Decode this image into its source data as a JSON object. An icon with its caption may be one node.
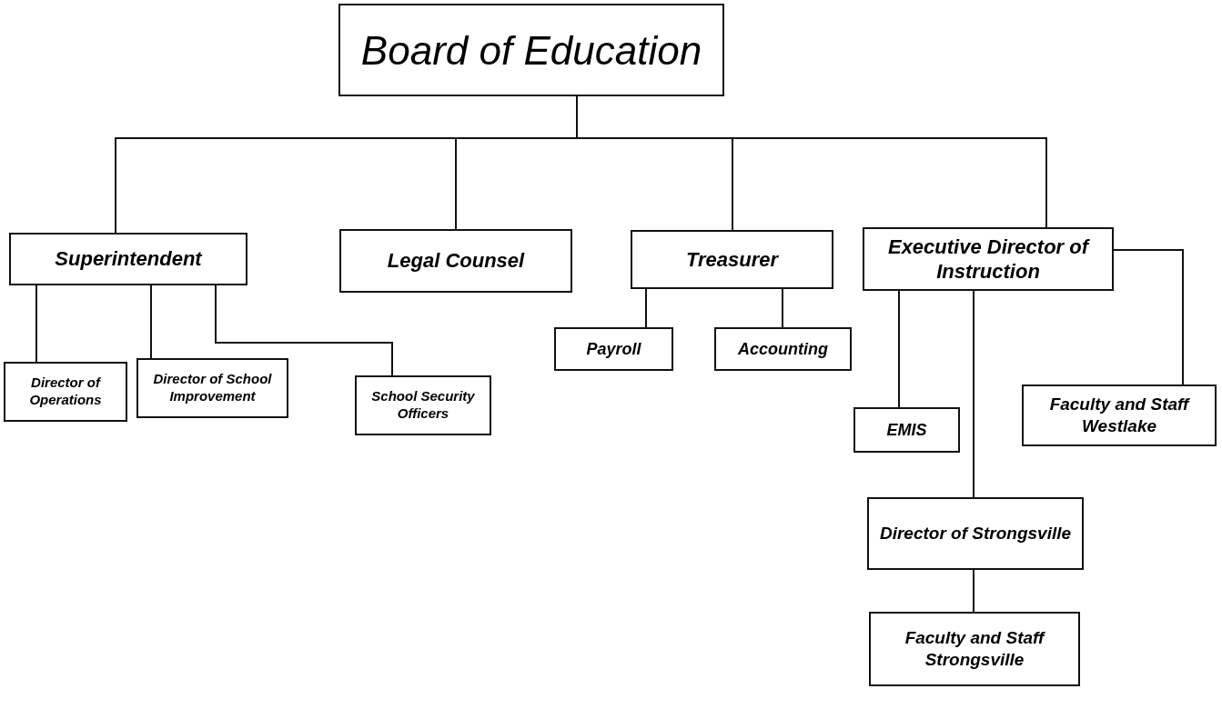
{
  "diagram": {
    "nodes": [
      {
        "text": [
          "Board of Education"
        ]
      },
      {
        "text": [
          "Superintendent"
        ]
      },
      {
        "text": [
          "Legal Counsel"
        ]
      },
      {
        "text": [
          "Treasurer"
        ]
      },
      {
        "text": [
          "Executive Director of Instruction"
        ]
      },
      {
        "text": [
          "Director of Operations"
        ]
      },
      {
        "text": [
          "Director of School Improvement"
        ]
      },
      {
        "text": [
          "School Security Officers"
        ]
      },
      {
        "text": [
          "Payroll"
        ]
      },
      {
        "text": [
          "Accounting"
        ]
      },
      {
        "text": [
          "EMIS"
        ]
      },
      {
        "text": [
          "Faculty and Staff Westlake"
        ]
      },
      {
        "text": [
          "Director of Strongsville"
        ]
      },
      {
        "text": [
          "Faculty and Staff Strongsville"
        ]
      }
    ],
    "edges": [
      {
        "from": 0,
        "to": 1,
        "arrow": "none"
      },
      {
        "from": 0,
        "to": 2,
        "arrow": "none"
      },
      {
        "from": 0,
        "to": 3,
        "arrow": "none"
      },
      {
        "from": 0,
        "to": 4,
        "arrow": "none"
      },
      {
        "from": 1,
        "to": 5,
        "arrow": "none"
      },
      {
        "from": 1,
        "to": 6,
        "arrow": "none"
      },
      {
        "from": 1,
        "to": 7,
        "arrow": "none"
      },
      {
        "from": 3,
        "to": 8,
        "arrow": "none"
      },
      {
        "from": 3,
        "to": 9,
        "arrow": "none"
      },
      {
        "from": 4,
        "to": 10,
        "arrow": "none"
      },
      {
        "from": 4,
        "to": 12,
        "arrow": "none"
      },
      {
        "from": 4,
        "to": 11,
        "arrow": "none"
      },
      {
        "from": 12,
        "to": 13,
        "arrow": "none"
      }
    ]
  }
}
